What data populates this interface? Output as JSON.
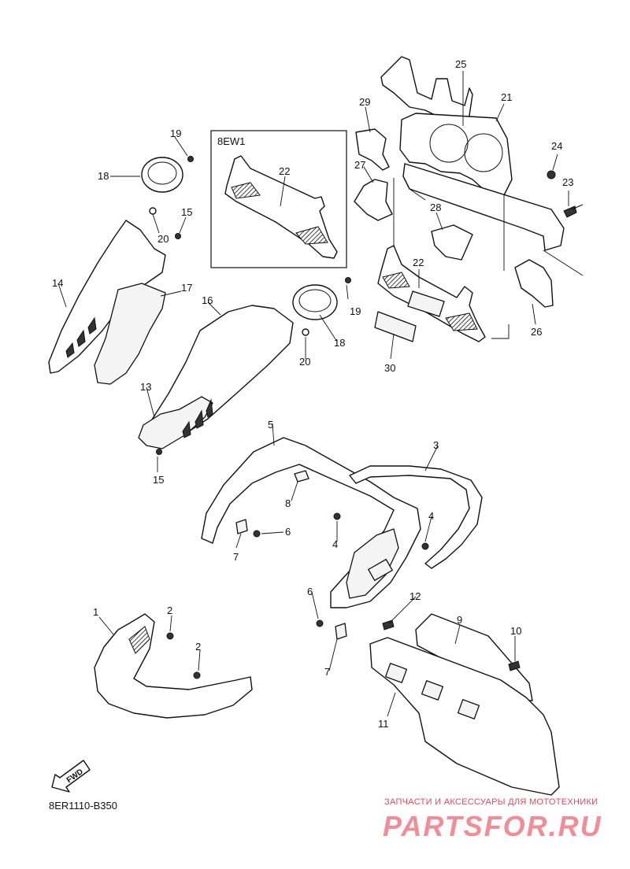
{
  "diagram": {
    "code": "8ER1110-B350",
    "fwd_label": "FWD",
    "inset_label": "8EW1",
    "callouts": [
      {
        "id": "c1",
        "text": "1"
      },
      {
        "id": "c2a",
        "text": "2"
      },
      {
        "id": "c2b",
        "text": "2"
      },
      {
        "id": "c3",
        "text": "3"
      },
      {
        "id": "c4a",
        "text": "4"
      },
      {
        "id": "c4b",
        "text": "4"
      },
      {
        "id": "c5",
        "text": "5"
      },
      {
        "id": "c6a",
        "text": "6"
      },
      {
        "id": "c6b",
        "text": "6"
      },
      {
        "id": "c7a",
        "text": "7"
      },
      {
        "id": "c7b",
        "text": "7"
      },
      {
        "id": "c8",
        "text": "8"
      },
      {
        "id": "c9",
        "text": "9"
      },
      {
        "id": "c10",
        "text": "10"
      },
      {
        "id": "c11",
        "text": "11"
      },
      {
        "id": "c12",
        "text": "12"
      },
      {
        "id": "c13",
        "text": "13"
      },
      {
        "id": "c14",
        "text": "14"
      },
      {
        "id": "c15a",
        "text": "15"
      },
      {
        "id": "c15b",
        "text": "15"
      },
      {
        "id": "c16",
        "text": "16"
      },
      {
        "id": "c17",
        "text": "17"
      },
      {
        "id": "c18a",
        "text": "18"
      },
      {
        "id": "c18b",
        "text": "18"
      },
      {
        "id": "c19a",
        "text": "19"
      },
      {
        "id": "c19b",
        "text": "19"
      },
      {
        "id": "c20a",
        "text": "20"
      },
      {
        "id": "c20b",
        "text": "20"
      },
      {
        "id": "c21",
        "text": "21"
      },
      {
        "id": "c22a",
        "text": "22"
      },
      {
        "id": "c22b",
        "text": "22"
      },
      {
        "id": "c23",
        "text": "23"
      },
      {
        "id": "c24",
        "text": "24"
      },
      {
        "id": "c25",
        "text": "25"
      },
      {
        "id": "c26",
        "text": "26"
      },
      {
        "id": "c27",
        "text": "27"
      },
      {
        "id": "c28",
        "text": "28"
      },
      {
        "id": "c29",
        "text": "29"
      },
      {
        "id": "c30",
        "text": "30"
      }
    ]
  },
  "watermark": {
    "tagline": "ЗАПЧАСТИ И АКСЕССУАРЫ ДЛЯ МОТОТЕХНИКИ",
    "logo": "PARTSFOR.RU"
  },
  "colors": {
    "line": "#111111",
    "background": "#ffffff",
    "watermark": "#e8303f"
  }
}
